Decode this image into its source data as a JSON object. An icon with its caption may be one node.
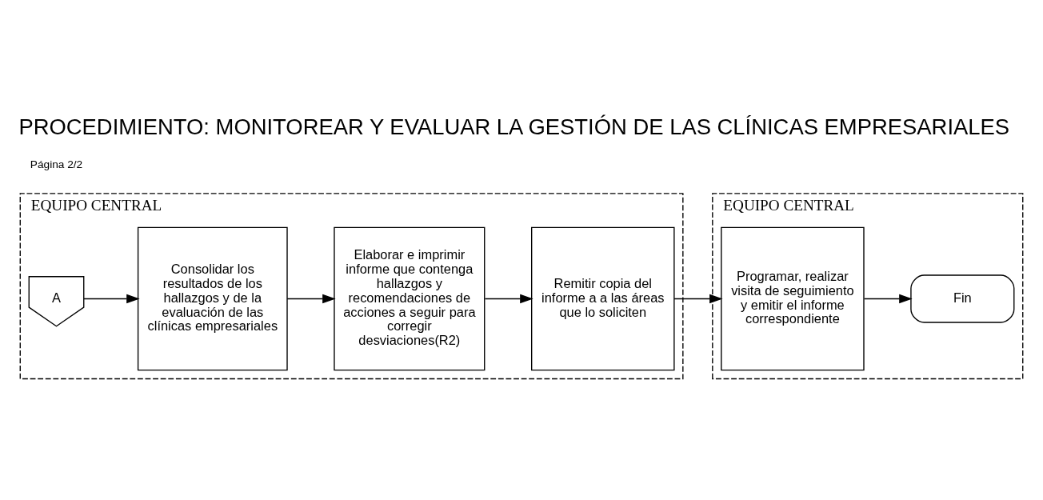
{
  "diagram": {
    "title": "PROCEDIMIENTO: MONITOREAR Y EVALUAR LA GESTIÓN DE LAS CLÍNICAS EMPRESARIALES",
    "nodes": [
      {
        "text": [
          "EQUIPO CENTRAL"
        ]
      },
      {
        "text": [
          "A"
        ],
        "in": 0
      },
      {
        "text": [
          "Consolidar los resultados de los hallazgos y de la evaluación de las clínicas empresariales"
        ],
        "in": 0
      },
      {
        "text": [
          "Elaborar e imprimir informe que contenga hallazgos y recomendaciones de acciones a seguir para corregir desviaciones(R2)"
        ],
        "in": 0
      },
      {
        "text": [
          "Remitir copia del informe a a las áreas que lo soliciten"
        ],
        "in": 0
      },
      {
        "text": [
          "EQUIPO CENTRAL"
        ]
      },
      {
        "text": [
          "Programar, realizar visita de seguimiento y emitir el informe correspondiente"
        ],
        "in": 5
      },
      {
        "text": [
          "Fin"
        ],
        "in": 5
      }
    ],
    "edges": [
      {
        "from": 1,
        "to": 2,
        "arrow": "to"
      },
      {
        "from": 2,
        "to": 3,
        "arrow": "to"
      },
      {
        "from": 3,
        "to": 4,
        "arrow": "to"
      },
      {
        "from": 4,
        "to": 6,
        "arrow": "to"
      },
      {
        "from": 6,
        "to": 7,
        "arrow": "to"
      }
    ],
    "labels": [
      "Página 2/2"
    ]
  }
}
